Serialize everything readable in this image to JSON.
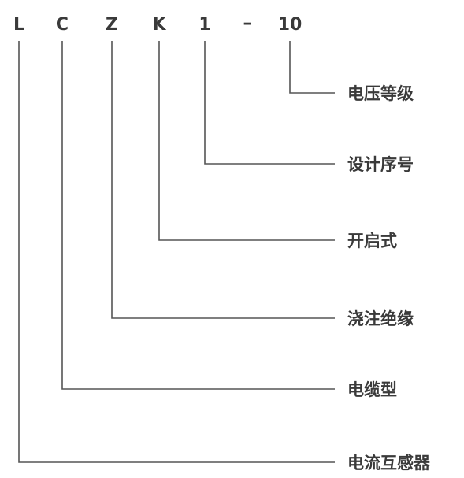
{
  "diagram": {
    "line_color": "#555555",
    "text_color": "#3a3a3a",
    "code": [
      "L",
      "C",
      "Z",
      "K",
      "1",
      "–",
      "10"
    ],
    "meanings": [
      "电压等级",
      "设计序号",
      "开启式",
      "浇注绝缘",
      "电缆型",
      "电流互感器"
    ]
  }
}
